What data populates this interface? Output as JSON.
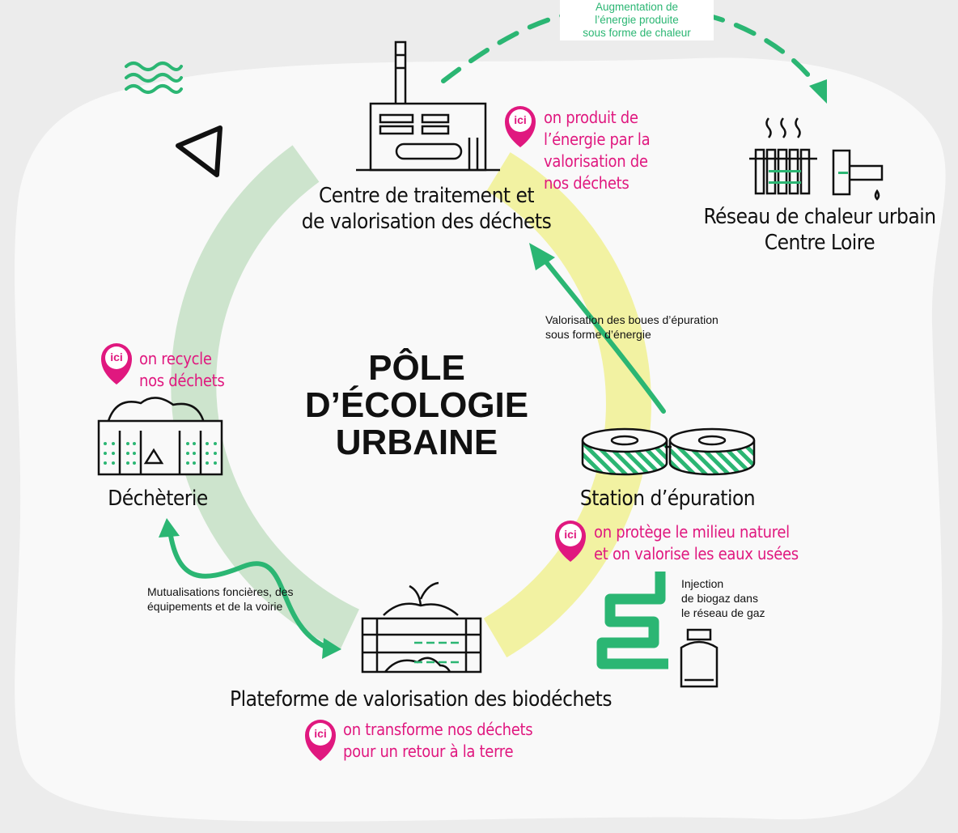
{
  "title": [
    "PÔLE",
    "D’ÉCOLOGIE",
    "URBAINE"
  ],
  "colors": {
    "green": "#2bb673",
    "pink": "#e0187f",
    "ring_green": "#cde4cd",
    "ring_yellow": "#f2f2a2",
    "background": "#f9f9f9"
  },
  "pin_label": "ici",
  "nodes": {
    "centre": {
      "label": [
        "Centre de traitement et",
        "de valorisation des déchets"
      ],
      "note": [
        "on produit de",
        "l’énergie par la",
        "valorisation de",
        "nos déchets"
      ]
    },
    "reseau": {
      "label": [
        "Réseau de chaleur urbain",
        "Centre Loire"
      ]
    },
    "decheterie": {
      "label": "Déchèterie",
      "note": [
        "on recycle",
        "nos déchets"
      ]
    },
    "station": {
      "label": "Station d’épuration",
      "note": [
        "on protège le milieu naturel",
        "et on valorise les eaux usées"
      ]
    },
    "plateforme": {
      "label": "Plateforme de valorisation des biodéchets",
      "note": [
        "on transforme nos déchets",
        "pour un retour à la terre"
      ]
    }
  },
  "flows": {
    "chaleur": [
      "Augmentation de",
      "l’énergie produite",
      "sous forme de chaleur"
    ],
    "boues": [
      "Valorisation des boues d’épuration",
      "sous forme d’énergie"
    ],
    "mutualisations": [
      "Mutualisations foncières, des",
      "équipements et de la voirie"
    ],
    "biogaz": [
      "Injection",
      "de biogaz dans",
      "le réseau de gaz"
    ]
  }
}
